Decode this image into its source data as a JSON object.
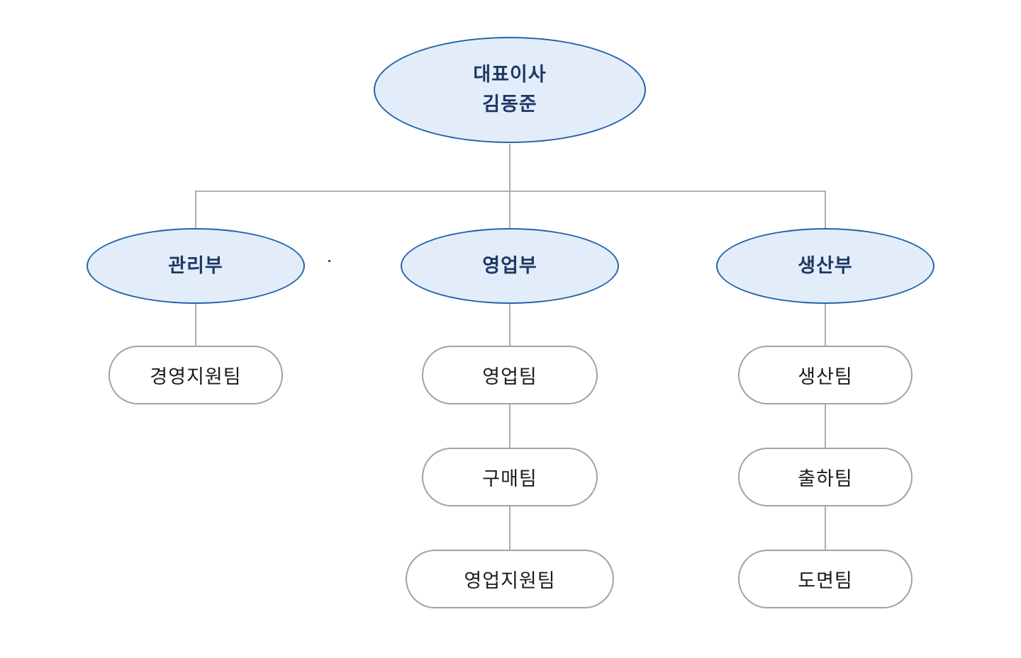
{
  "diagram": {
    "type": "org-chart",
    "root": {
      "title": "대표이사",
      "name": "김동준"
    },
    "departments": [
      {
        "label": "관리부",
        "teams": [
          "경영지원팀"
        ]
      },
      {
        "label": "영업부",
        "teams": [
          "영업팀",
          "구매팀",
          "영업지원팀"
        ]
      },
      {
        "label": "생산부",
        "teams": [
          "생산팀",
          "출하팀",
          "도면팀"
        ]
      }
    ],
    "colors": {
      "background": "#ffffff",
      "ellipse_border": "#2264ab",
      "ellipse_fill": "#e3edf9",
      "ellipse_text": "#1f3864",
      "team_border": "#a3a3a3",
      "team_fill": "#ffffff",
      "team_text": "#1b1b1b",
      "connector": "#a6a6a6"
    }
  }
}
